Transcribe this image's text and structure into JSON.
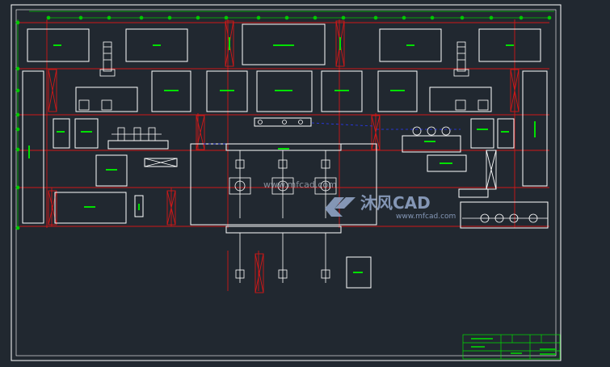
{
  "drawing": {
    "background": "#212830",
    "line_color": "#ffffff",
    "grid_color": "#d01818",
    "label_color": "#00e000",
    "dim_color": "#00c800",
    "blue_color": "#2a3aff"
  },
  "watermark": {
    "brand": "沐风CAD",
    "site": "www.mfcad.com",
    "overlay": "www.mfcad.com",
    "color": "#8fa3c4"
  }
}
